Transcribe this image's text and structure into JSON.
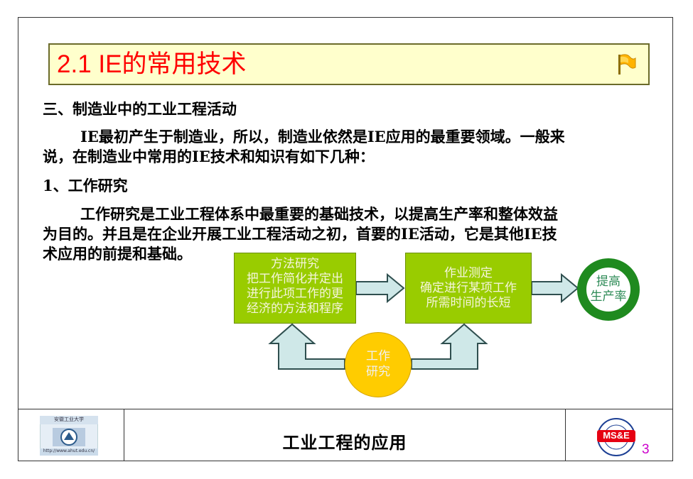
{
  "slide": {
    "title": "2.1 IE的常用技术",
    "heading": "三、制造业中的工业工程活动",
    "para1_line1": "IE最初产生于制造业，所以，制造业依然是IE应用的最重要领域。一般来",
    "para1_line2": "说，在制造业中常用的IE技术和知识有如下几种：",
    "subheading": "1、工作研究",
    "para2_line1": "工作研究是工业工程体系中最重要的基础技术，以提高生产率和整体效益",
    "para2_line2": "为目的。并且是在企业开展工业工程活动之初，首要的IE活动，它是其他IE技",
    "para2_line3": "术应用的前提和基础。"
  },
  "diagram": {
    "method_box": [
      "方法研究",
      "把工作简化并定出",
      "进行此项工作的更",
      "经济的方法和程序"
    ],
    "measure_box": [
      "作业测定",
      "确定进行某项工作",
      "所需时间的长短"
    ],
    "goal_circle": [
      "提高",
      "生产率"
    ],
    "work_circle": [
      "工作",
      "研究"
    ]
  },
  "footer": {
    "title": "工业工程的应用",
    "page_number": "3",
    "left_logo_text": [
      "安徽工业大学",
      "http://www.ahut.edu.cn/"
    ],
    "right_logo_text": "MS&E"
  },
  "colors": {
    "title_text": "#ff0000",
    "title_bg": "#ffffcc",
    "box_green": "#99cc00",
    "circle_ring": "#1f8a1f",
    "circle_yellow": "#ffcc00",
    "arrow_fill": "#cfe8e8",
    "page_number": "#cc00cc"
  }
}
